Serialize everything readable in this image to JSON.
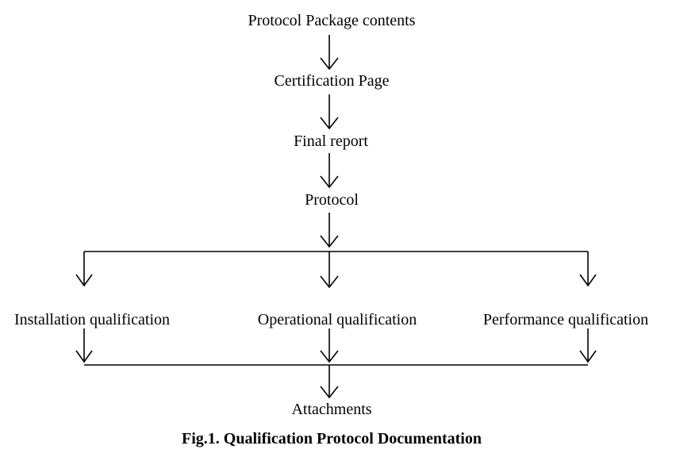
{
  "diagram": {
    "nodes": {
      "package_contents": "Protocol Package contents",
      "certification_page": "Certification Page",
      "final_report": "Final report",
      "protocol": "Protocol",
      "installation_qualification": "Installation qualification",
      "operational_qualification": "Operational qualification",
      "performance_qualification": "Performance qualification",
      "attachments": "Attachments"
    },
    "caption": "Fig.1. Qualification Protocol Documentation"
  }
}
